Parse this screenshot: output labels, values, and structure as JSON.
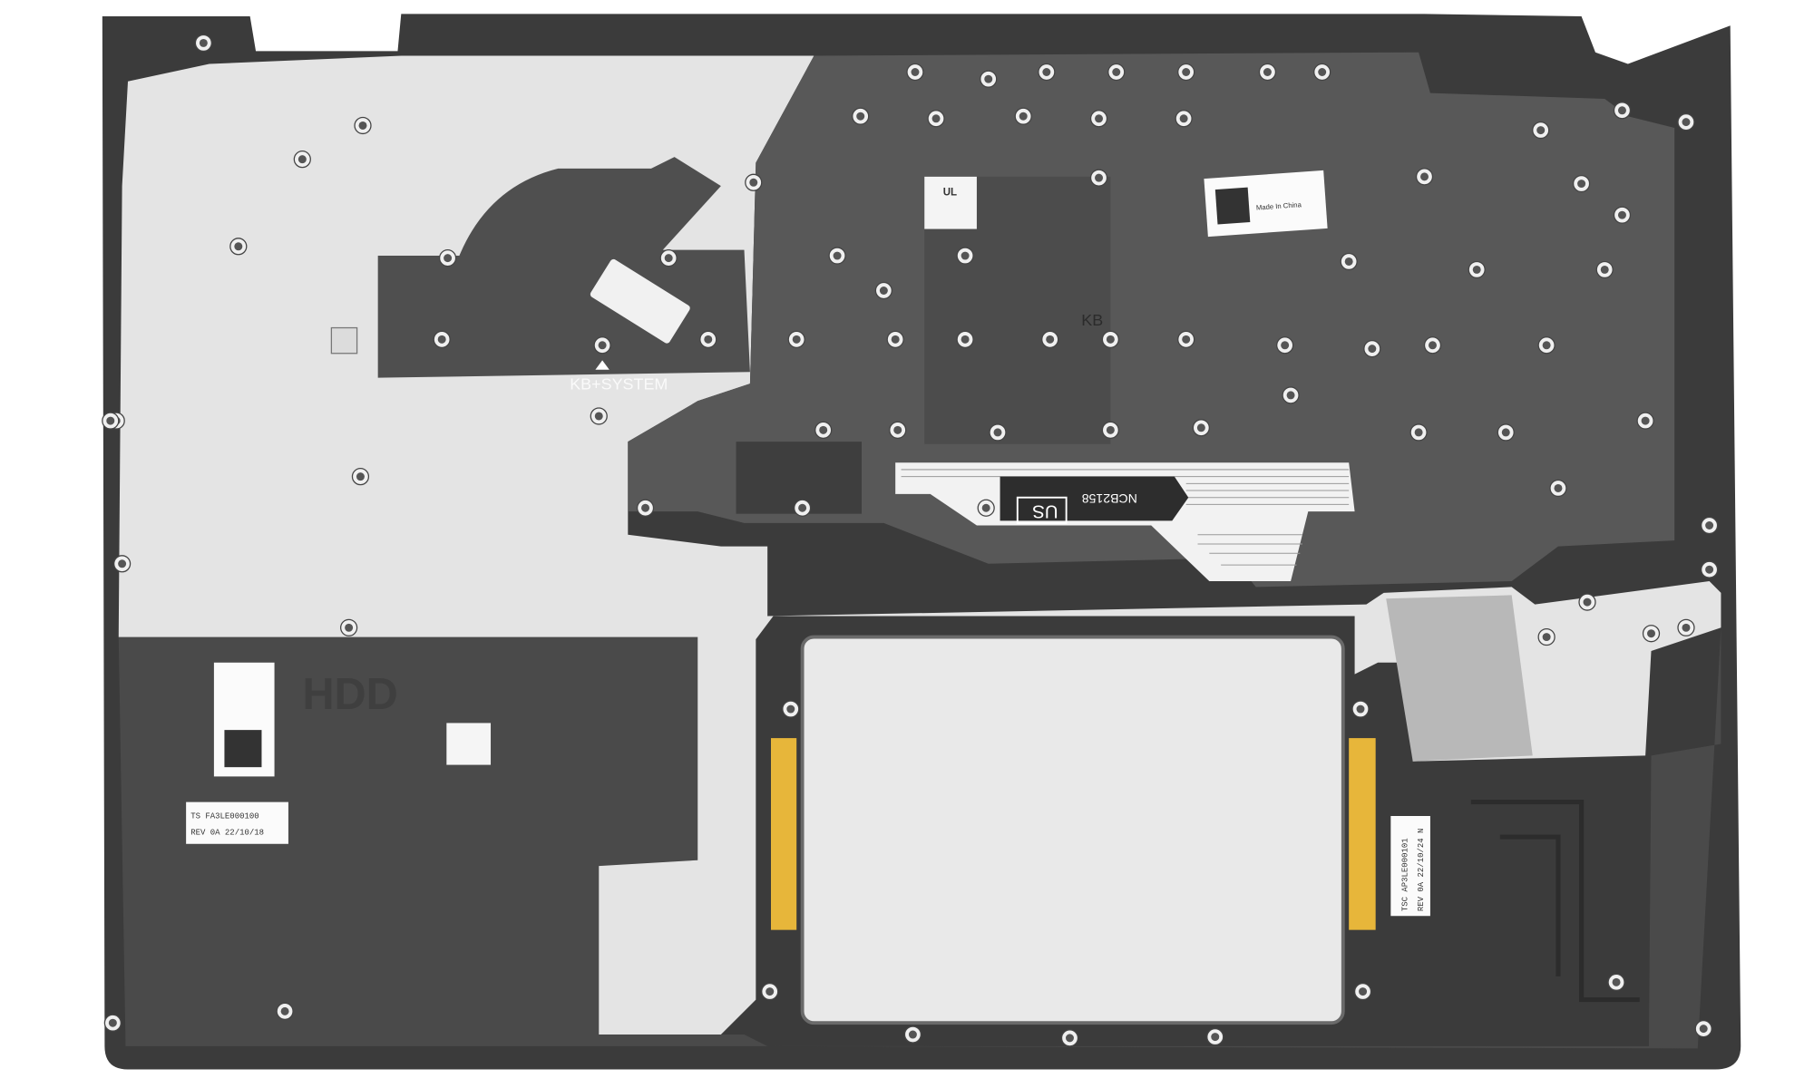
{
  "colors": {
    "frame": "#3b3b3b",
    "frame_inner": "#4b4b4b",
    "metal": "#e4e4e4",
    "plate": "#585858",
    "touchpad": "#e9e9e9",
    "tape": "#e7b63a",
    "label": "#fbfbfb"
  },
  "markings": {
    "kb_system": "KB+SYSTEM",
    "kb": "KB",
    "hdd": "HDD",
    "flex_part": "NCB2158",
    "layout": "US"
  },
  "labels": {
    "keyboard_label": {
      "line1": "Made In China"
    },
    "hdd_label": {
      "line1": "TS FA3LE000100",
      "line2": "REV 0A  22/10/18"
    },
    "right_label": {
      "line1": "TSC AP3LE000101",
      "line2": "REV 0A 22/10/24 N"
    }
  },
  "icons": [
    "screw-icon",
    "qr-code-icon",
    "ul-mark-icon"
  ]
}
